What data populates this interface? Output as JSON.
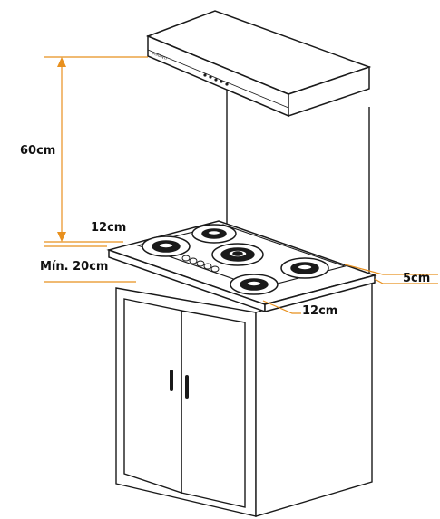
{
  "labels": {
    "hood_height": "60cm",
    "side_clearance": "12cm",
    "min_clearance": "Mín. 20cm",
    "back_clearance": "5cm",
    "front_clearance": "12cm"
  },
  "hood_brand": "MIRANTI",
  "colors": {
    "dimension": "#E8901E",
    "outline": "#1a1a1a",
    "background": "#ffffff"
  }
}
